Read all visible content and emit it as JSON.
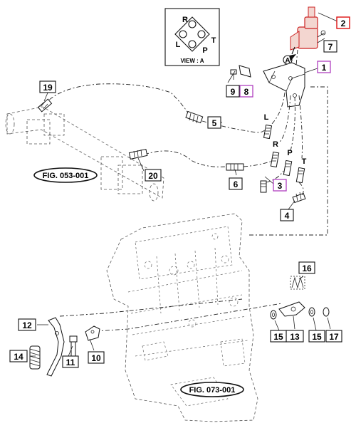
{
  "fig_refs": {
    "fig_053": "FIG. 053-001",
    "fig_073": "FIG. 073-001"
  },
  "view_a": {
    "label": "VIEW : A",
    "ports": [
      "R",
      "L",
      "P",
      "T"
    ]
  },
  "view_arrow_letter": "A",
  "port_labels": {
    "L": "L",
    "R": "R",
    "P": "P",
    "T": "T"
  },
  "callouts": [
    {
      "id": "1",
      "highlight": "purple"
    },
    {
      "id": "2",
      "highlight": "red"
    },
    {
      "id": "3",
      "highlight": "purple"
    },
    {
      "id": "4",
      "highlight": "none"
    },
    {
      "id": "5",
      "highlight": "none"
    },
    {
      "id": "6",
      "highlight": "none"
    },
    {
      "id": "7",
      "highlight": "none"
    },
    {
      "id": "8",
      "highlight": "purple"
    },
    {
      "id": "9",
      "highlight": "none"
    },
    {
      "id": "10",
      "highlight": "none"
    },
    {
      "id": "11",
      "highlight": "none"
    },
    {
      "id": "12",
      "highlight": "none"
    },
    {
      "id": "13",
      "highlight": "none"
    },
    {
      "id": "14",
      "highlight": "none"
    },
    {
      "id": "15a",
      "label": "15",
      "highlight": "none"
    },
    {
      "id": "15b",
      "label": "15",
      "highlight": "none"
    },
    {
      "id": "16",
      "highlight": "none"
    },
    {
      "id": "17",
      "highlight": "none"
    },
    {
      "id": "19",
      "highlight": "none"
    },
    {
      "id": "20",
      "highlight": "none"
    }
  ],
  "colors": {
    "accent_red": "#d11111",
    "accent_purple": "#b040c0",
    "valve_fill": "#f3d6d0"
  }
}
